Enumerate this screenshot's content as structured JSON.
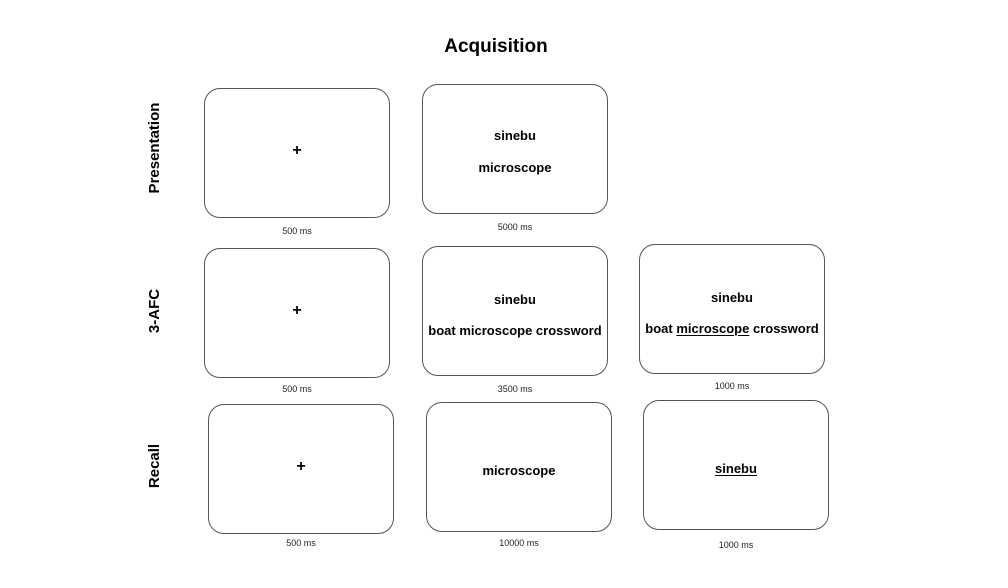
{
  "title": "Acquisition",
  "rows": [
    {
      "label": "Presentation",
      "screens": [
        {
          "fixation": "+",
          "duration": "500 ms"
        },
        {
          "line1": "sinebu",
          "line2": "microscope",
          "duration": "5000 ms"
        }
      ]
    },
    {
      "label": "3-AFC",
      "screens": [
        {
          "fixation": "+",
          "duration": "500 ms"
        },
        {
          "line1": "sinebu",
          "line2": "boat microscope crossword",
          "duration": "3500 ms"
        },
        {
          "line1": "sinebu",
          "options": [
            "boat",
            "microscope",
            "crossword"
          ],
          "selected": "microscope",
          "duration": "1000 ms"
        }
      ]
    },
    {
      "label": "Recall",
      "screens": [
        {
          "fixation": "+",
          "duration": "500 ms"
        },
        {
          "line1": "microscope",
          "duration": "10000 ms"
        },
        {
          "line1": "sinebu",
          "underlined": true,
          "duration": "1000 ms"
        }
      ]
    }
  ]
}
